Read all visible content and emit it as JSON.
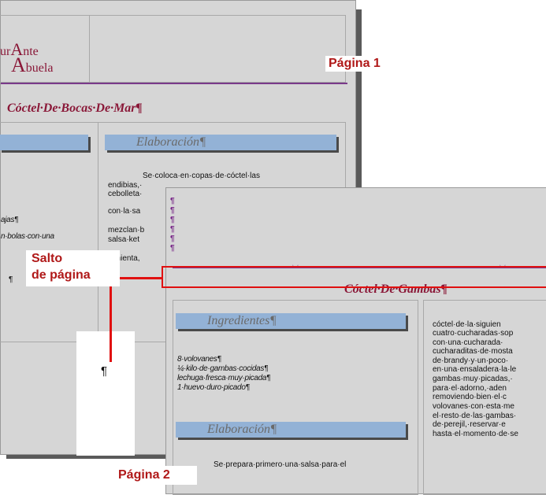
{
  "page1": {
    "logo": {
      "line1_prefix": "ur",
      "line1_cap": "A",
      "line1_suffix": "nte",
      "line2_cap": "A",
      "line2_suffix": "buela"
    },
    "page_label": "Página 1",
    "recipe_title": "Cóctel·De·Bocas·De·Mar¶",
    "elaboracion_heading": "Elaboración¶",
    "elaboracion_lines": [
      "Se·coloca·en·copas·de·cóctel·las",
      "endibias,·",
      "cebolleta·",
      "con·la·sa",
      "mezclan·b",
      "salsa·ket",
      "pimienta,"
    ],
    "ingredient_fragments": [
      "ajas¶",
      "n·bolas·con·una",
      "¶"
    ],
    "pilcrow_bottom": "¶"
  },
  "page2": {
    "recipe_title": "Cóctel·De·Gambas¶",
    "ingredientes_heading": "Ingredientes¶",
    "ingredients": [
      "8·volovanes¶",
      "¼·kilo·de·gambas·cocidas¶",
      "lechuga·fresca·muy·picada¶",
      "1·huevo·duro·picado¶"
    ],
    "elaboracion_heading": "Elaboración¶",
    "elaboracion_first_line": "Se·prepara·primero·una·salsa·para·el",
    "right_column_lines": [
      "cóctel·de·la·siguien",
      "cuatro·cucharadas·sop",
      "con·una·cucharada·",
      "cucharaditas·de·mosta",
      "de·brandy·y·un·poco·",
      "en·una·ensaladera·la·le",
      "gambas·muy·picadas,·",
      "para·el·adorno,·aden",
      "removiendo·bien·el·c",
      "volovanes·con·esta·me",
      "el·resto·de·las·gambas·",
      "de·perejil,·reservar·e",
      "hasta·el·momento·de·se"
    ],
    "pilcrows": [
      "¶",
      "¶",
      "¶",
      "¶",
      "¶",
      "¶"
    ]
  },
  "callouts": {
    "salto_line1": "Salto",
    "salto_line2": "de página",
    "pagina2": "Página 2"
  },
  "colors": {
    "page_bg": "#d6d6d6",
    "bar_blue": "#93b2d6",
    "title_maroon": "#8a1838",
    "rule_purple": "#7a3a8a",
    "callout_red": "#b01818"
  }
}
